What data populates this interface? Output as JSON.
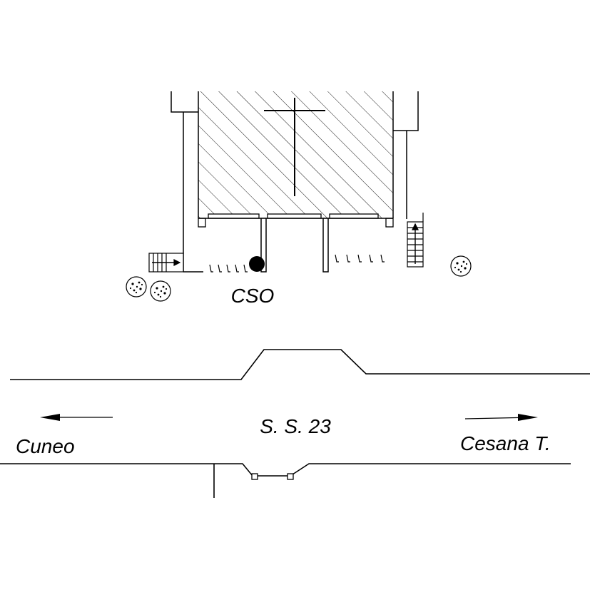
{
  "labels": {
    "station": "CSO",
    "road": "S. S. 23",
    "west_destination": "Cuneo",
    "east_destination": "Cesana T."
  },
  "colors": {
    "ink": "#000000",
    "background": "#ffffff"
  },
  "symbols": {
    "building": "church-hatched-building",
    "cross": "cross-icon",
    "station_marker": "filled-circle-icon",
    "trees": "tree-icon",
    "stairs": "stairs-icon",
    "arrows": "direction-arrow-icon"
  }
}
